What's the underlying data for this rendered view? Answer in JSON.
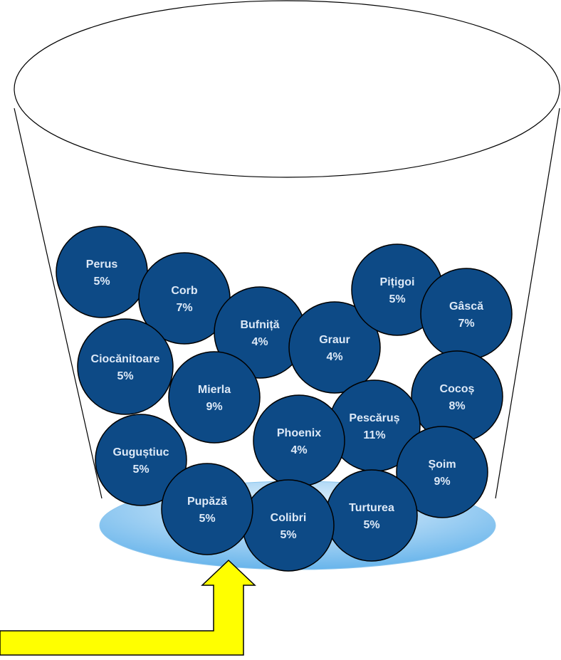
{
  "colors": {
    "ball_fill": "#0d4a86",
    "ball_stroke": "#000000",
    "ball_text": "#dde9f7",
    "water_light": "#eaf5fd",
    "water_dark": "#5fb0ea",
    "arrow_fill": "#ffff00",
    "arrow_stroke": "#000000"
  },
  "balls": [
    {
      "label": "Perus",
      "value": "5%"
    },
    {
      "label": "Corb",
      "value": "7%"
    },
    {
      "label": "Bufniță",
      "value": "4%"
    },
    {
      "label": "Graur",
      "value": "4%"
    },
    {
      "label": "Pițigoi",
      "value": "5%"
    },
    {
      "label": "Gâscă",
      "value": "7%"
    },
    {
      "label": "Ciocănitoare",
      "value": "5%"
    },
    {
      "label": "Mierla",
      "value": "9%"
    },
    {
      "label": "Cocoș",
      "value": "8%"
    },
    {
      "label": "Phoenix",
      "value": "4%"
    },
    {
      "label": "Pescăruș",
      "value": "11%"
    },
    {
      "label": "Guguștiuc",
      "value": "5%"
    },
    {
      "label": "Șoim",
      "value": "9%"
    },
    {
      "label": "Pupăză",
      "value": "5%"
    },
    {
      "label": "Colibri",
      "value": "5%"
    },
    {
      "label": "Turturea",
      "value": "5%"
    }
  ]
}
